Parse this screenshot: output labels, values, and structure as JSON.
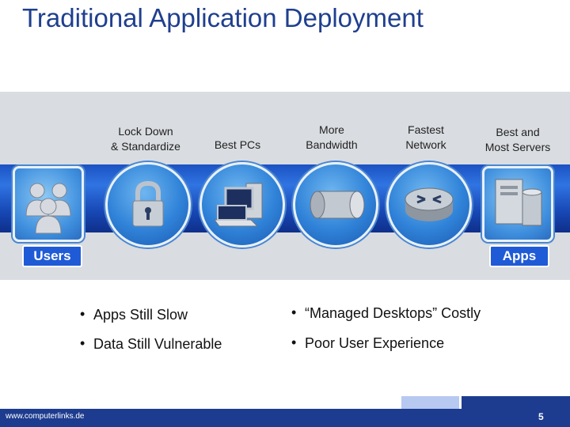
{
  "title": "Traditional Application Deployment",
  "labels": {
    "lock": [
      "Lock Down",
      "& Standardize"
    ],
    "pcs": [
      "Best PCs"
    ],
    "bandwidth": [
      "More",
      "Bandwidth"
    ],
    "network": [
      "Fastest",
      "Network"
    ],
    "servers": [
      "Best and",
      "Most Servers"
    ]
  },
  "tags": {
    "users": "Users",
    "apps": "Apps"
  },
  "bullets_left": [
    "Apps Still Slow",
    "Data Still Vulnerable"
  ],
  "bullets_right": [
    "“Managed Desktops” Costly",
    "Poor User Experience"
  ],
  "footer": {
    "url": "www.computerlinks.de",
    "page": "5"
  },
  "icons": [
    "users-icon",
    "padlock-icon",
    "pc-icon",
    "pipe-icon",
    "router-icon",
    "server-icon"
  ],
  "colors": {
    "title": "#1f3f8f",
    "pipe": "#2f74e2",
    "tag": "#1f5bd6",
    "footer": "#1d3c8f"
  }
}
